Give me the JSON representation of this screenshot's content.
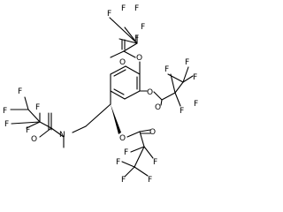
{
  "structure": {
    "atom_labels": {
      "O1": "O",
      "O2": "O",
      "O3": "O",
      "O4": "O",
      "O5": "O",
      "O6": "O",
      "O7": "O",
      "N1": "N",
      "F01": "F",
      "F02": "F",
      "F03": "F",
      "F04": "F",
      "F05": "F",
      "F06": "F",
      "F07": "F",
      "F08": "F",
      "F09": "F",
      "F10": "F",
      "F11": "F",
      "F12": "F",
      "F13": "F",
      "F14": "F",
      "F15": "F",
      "F16": "F",
      "F17": "F",
      "F18": "F",
      "F19": "F",
      "F20": "F"
    }
  }
}
